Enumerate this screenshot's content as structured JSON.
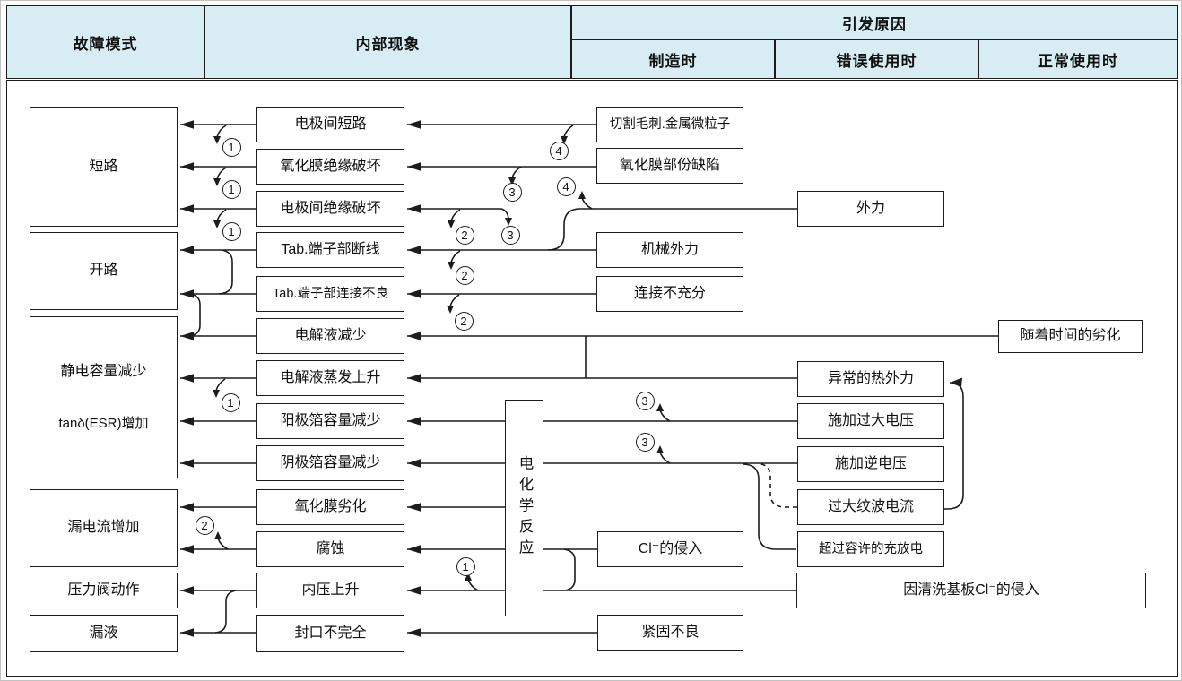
{
  "header": {
    "failure_mode": "故障模式",
    "internal": "内部现象",
    "cause": "引发原因",
    "manufacturing": "制造时",
    "misuse": "错误使用时",
    "normal": "正常使用时"
  },
  "failure_modes": [
    {
      "label": "短路"
    },
    {
      "label": "开路"
    },
    {
      "label": "静电容量减少",
      "label2": "tanδ(ESR)增加"
    },
    {
      "label": "漏电流增加"
    },
    {
      "label": "压力阀动作"
    },
    {
      "label": "漏液"
    }
  ],
  "phenomena": [
    "电极间短路",
    "氧化膜绝缘破坏",
    "电极间绝缘破坏",
    "Tab.端子部断线",
    "Tab.端子部连接不良",
    "电解液减少",
    "电解液蒸发上升",
    "阳极箔容量减少",
    "阴极箔容量减少",
    "氧化膜劣化",
    "腐蚀",
    "内压上升",
    "封口不完全"
  ],
  "reaction": "电化学反应",
  "causes_manufacturing": [
    "切割毛刺.金属微粒子",
    "氧化膜部份缺陷",
    "机械外力",
    "连接不充分",
    "Cl⁻的侵入",
    "紧固不良"
  ],
  "causes_misuse": [
    "外力",
    "异常的热外力",
    "施加过大电压",
    "施加逆电压",
    "过大纹波电流",
    "超过容许的充放电",
    "因清洗基板Cl⁻的侵入"
  ],
  "causes_normal": [
    "随着时间的劣化"
  ],
  "badges": [
    "1",
    "1",
    "1",
    "1",
    "1",
    "2",
    "2",
    "2",
    "2",
    "3",
    "3",
    "3",
    "3",
    "4",
    "4"
  ]
}
